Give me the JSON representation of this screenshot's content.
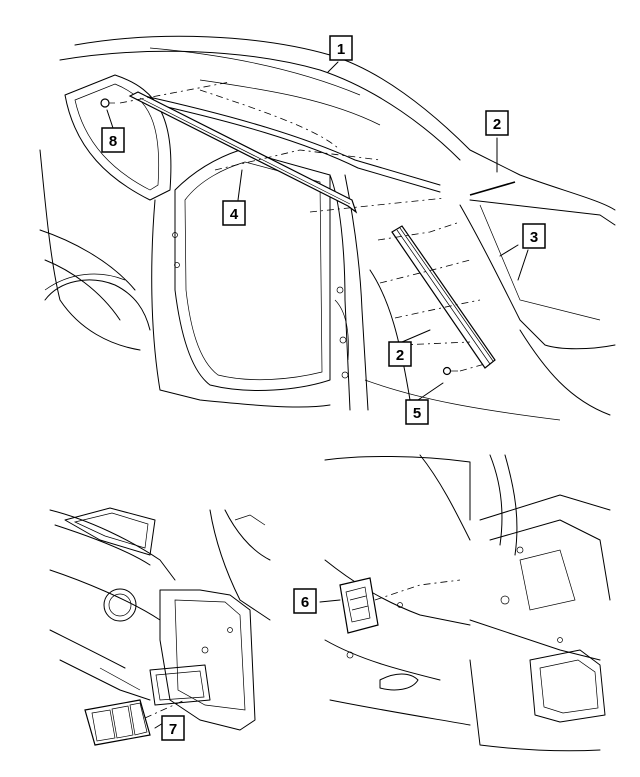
{
  "callouts": {
    "c1": "1",
    "c2a": "2",
    "c2b": "2",
    "c3": "3",
    "c4": "4",
    "c5": "5",
    "c6": "6",
    "c7": "7",
    "c8": "8"
  }
}
